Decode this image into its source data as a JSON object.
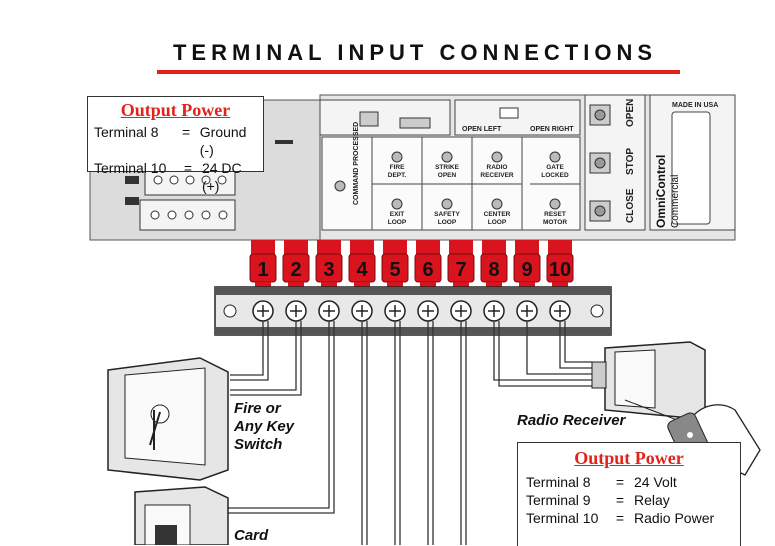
{
  "title": "TERMINAL INPUT CONNECTIONS",
  "colors": {
    "accent": "#e2231a",
    "tag": "#d9141f",
    "panel": "#dcdcdc",
    "strip": "#222222"
  },
  "output_power_left": {
    "heading": "Output Power",
    "rows": [
      {
        "terminal": "Terminal 8",
        "eq": "=",
        "value": "Ground (-)"
      },
      {
        "terminal": "Terminal 10",
        "eq": "=",
        "value": "24 DC (+)"
      }
    ]
  },
  "output_power_right": {
    "heading": "Output Power",
    "rows": [
      {
        "terminal": "Terminal 8",
        "eq": "=",
        "value": "24 Volt"
      },
      {
        "terminal": "Terminal 9",
        "eq": "=",
        "value": "Relay"
      },
      {
        "terminal": "Terminal 10",
        "eq": "=",
        "value": "Radio Power"
      }
    ]
  },
  "panel": {
    "open_left": "OPEN LEFT",
    "open_right": "OPEN RIGHT",
    "command_processed": "COMMAND PROCESSED",
    "indicators": [
      {
        "line1": "FIRE",
        "line2": "DEPT."
      },
      {
        "line1": "STRIKE",
        "line2": "OPEN"
      },
      {
        "line1": "RADIO",
        "line2": "RECEIVER"
      },
      {
        "line1": "GATE",
        "line2": "LOCKED"
      },
      {
        "line1": "EXIT",
        "line2": "LOOP"
      },
      {
        "line1": "SAFETY",
        "line2": "LOOP"
      },
      {
        "line1": "CENTER",
        "line2": "LOOP"
      },
      {
        "line1": "RESET",
        "line2": "MOTOR"
      }
    ],
    "buttons": [
      "OPEN",
      "STOP",
      "CLOSE"
    ],
    "brand": "OmniControl",
    "brand_sub": "Commercial",
    "made_in": "MADE IN USA"
  },
  "terminals": [
    "1",
    "2",
    "3",
    "4",
    "5",
    "6",
    "7",
    "8",
    "9",
    "10"
  ],
  "labels": {
    "key_switch": "Fire or\nAny Key\nSwitch",
    "card": "Card",
    "radio_receiver": "Radio Receiver"
  }
}
